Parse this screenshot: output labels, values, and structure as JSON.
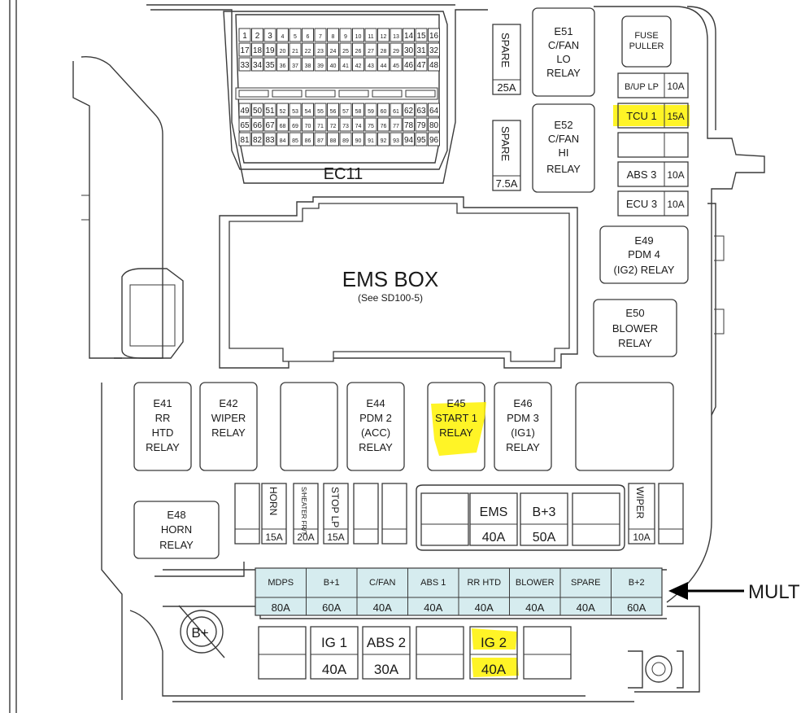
{
  "ec11": {
    "label": "EC11",
    "rows_top": [
      [
        "1",
        "2",
        "3",
        "4",
        "5",
        "6",
        "7",
        "8",
        "9",
        "10",
        "11",
        "12",
        "13",
        "14",
        "15",
        "16"
      ],
      [
        "17",
        "18",
        "19",
        "20",
        "21",
        "22",
        "23",
        "24",
        "25",
        "26",
        "27",
        "28",
        "29",
        "30",
        "31",
        "32"
      ],
      [
        "33",
        "34",
        "35",
        "36",
        "37",
        "38",
        "39",
        "40",
        "41",
        "42",
        "43",
        "44",
        "45",
        "46",
        "47",
        "48"
      ]
    ],
    "rows_bottom": [
      [
        "49",
        "50",
        "51",
        "52",
        "53",
        "54",
        "55",
        "56",
        "57",
        "58",
        "59",
        "60",
        "61",
        "62",
        "63",
        "64"
      ],
      [
        "65",
        "66",
        "67",
        "68",
        "69",
        "70",
        "71",
        "72",
        "73",
        "74",
        "75",
        "76",
        "77",
        "78",
        "79",
        "80"
      ],
      [
        "81",
        "82",
        "83",
        "84",
        "85",
        "86",
        "87",
        "88",
        "89",
        "90",
        "91",
        "92",
        "93",
        "94",
        "95",
        "96"
      ]
    ]
  },
  "ems_box": {
    "title": "EMS BOX",
    "subtitle": "(See SD100-5)"
  },
  "top_spares": [
    {
      "name": "SPARE",
      "rating": "25A"
    },
    {
      "name": "SPARE",
      "rating": "7.5A"
    }
  ],
  "top_relays": [
    {
      "lines": [
        "E51",
        "C/FAN",
        "LO",
        "RELAY"
      ]
    },
    {
      "lines": [
        "E52",
        "C/FAN",
        "HI",
        "RELAY"
      ]
    }
  ],
  "fuse_puller": {
    "lines": [
      "FUSE",
      "PULLER"
    ]
  },
  "right_fuses": [
    {
      "name": "B/UP LP",
      "rating": "10A",
      "highlight": false
    },
    {
      "name": "TCU 1",
      "rating": "15A",
      "highlight": true
    },
    {
      "name": "",
      "rating": "",
      "highlight": false
    },
    {
      "name": "ABS 3",
      "rating": "10A",
      "highlight": false
    },
    {
      "name": "ECU 3",
      "rating": "10A",
      "highlight": false
    }
  ],
  "right_relays": [
    {
      "lines": [
        "E49",
        "PDM 4",
        "(IG2) RELAY"
      ]
    },
    {
      "lines": [
        "E50",
        "BLOWER",
        "RELAY"
      ]
    }
  ],
  "mid_relays": [
    {
      "lines": [
        "E41",
        "RR",
        "HTD",
        "RELAY"
      ],
      "highlight": false
    },
    {
      "lines": [
        "E42",
        "WIPER",
        "RELAY"
      ],
      "highlight": false
    },
    {
      "lines": [],
      "highlight": false
    },
    {
      "lines": [
        "E44",
        "PDM 2",
        "(ACC)",
        "RELAY"
      ],
      "highlight": false
    },
    {
      "lines": [
        "E45",
        "START 1",
        "RELAY"
      ],
      "highlight": true
    },
    {
      "lines": [
        "E46",
        "PDM 3",
        "(IG1)",
        "RELAY"
      ],
      "highlight": false
    },
    {
      "lines": [],
      "highlight": false
    }
  ],
  "horn_relay": {
    "lines": [
      "E48",
      "HORN",
      "RELAY"
    ]
  },
  "mini_fuses": [
    {
      "name": "",
      "rating": ""
    },
    {
      "name": "HORN",
      "rating": "15A"
    },
    {
      "name": "S/HEATER FR/T",
      "rating": "20A"
    },
    {
      "name": "STOP LP",
      "rating": "15A"
    },
    {
      "name": "",
      "rating": ""
    },
    {
      "name": "",
      "rating": ""
    }
  ],
  "cartridge_fuses": [
    {
      "name": "",
      "rating": ""
    },
    {
      "name": "EMS",
      "rating": "40A"
    },
    {
      "name": "B+3",
      "rating": "50A"
    },
    {
      "name": "",
      "rating": ""
    }
  ],
  "wiper_fuse": {
    "name": "WIPER",
    "rating": "10A"
  },
  "multi_fuse": {
    "names": [
      "MDPS",
      "B+1",
      "C/FAN",
      "ABS 1",
      "RR HTD",
      "BLOWER",
      "SPARE",
      "B+2"
    ],
    "ratings": [
      "80A",
      "60A",
      "40A",
      "40A",
      "40A",
      "40A",
      "40A",
      "60A"
    ],
    "callout": "MULT"
  },
  "bplus_terminal": "B+",
  "bottom_fuses": [
    {
      "name": "",
      "rating": "",
      "highlight": false
    },
    {
      "name": "IG 1",
      "rating": "40A",
      "highlight": false
    },
    {
      "name": "ABS 2",
      "rating": "30A",
      "highlight": false
    },
    {
      "name": "",
      "rating": "",
      "highlight": false
    },
    {
      "name": "IG 2",
      "rating": "40A",
      "highlight": true
    },
    {
      "name": "",
      "rating": "",
      "highlight": false
    }
  ]
}
